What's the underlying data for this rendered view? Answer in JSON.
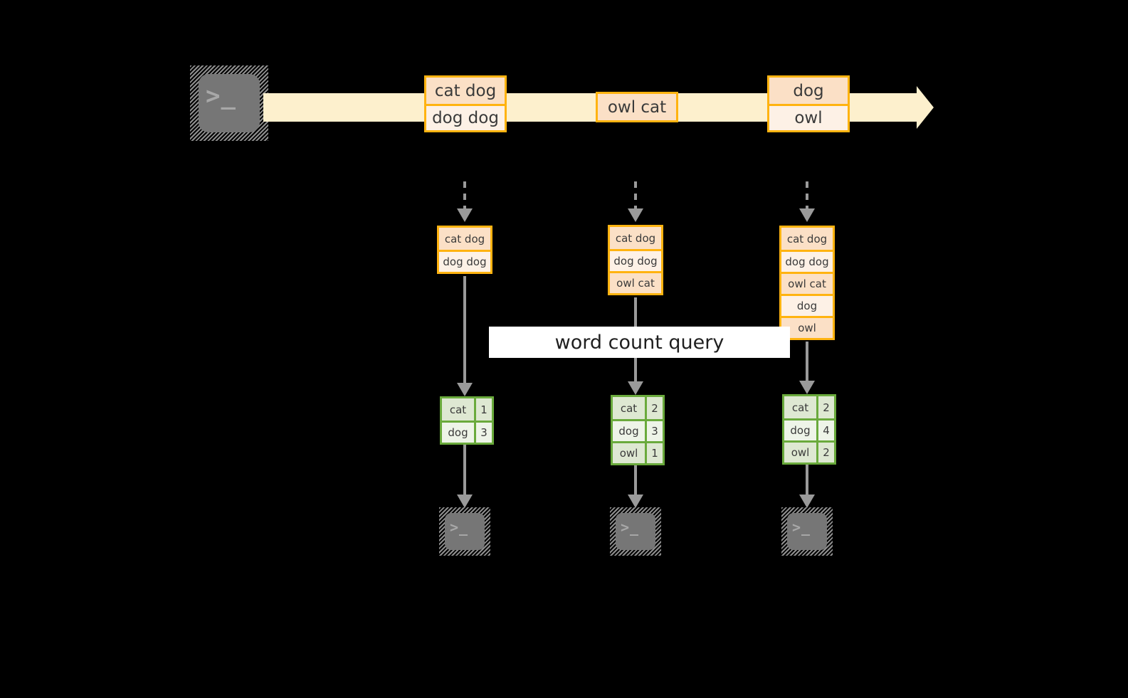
{
  "diagram": {
    "title": "word count query",
    "colors": {
      "background": "#000000",
      "record_border": "#ffb310",
      "record_fill_dark": "#fbe0c6",
      "record_fill_light": "#fdf1e6",
      "stream_arrow": "#fdf0cd",
      "result_border": "#6aaa3c",
      "result_fill_dark": "#dee8d2",
      "result_fill_light": "#eef4e8",
      "connector": "#9a9a9a",
      "terminal_body": "#767676",
      "banner_bg": "#ffffff"
    }
  },
  "source": {
    "icon": "terminal-icon",
    "prompt": ">_"
  },
  "stream": {
    "icon": "right-arrow-icon",
    "groups": [
      {
        "rows": [
          {
            "text": "cat dog",
            "shade": "dark"
          },
          {
            "text": "dog dog",
            "shade": "light"
          }
        ]
      },
      {
        "rows": [
          {
            "text": "owl cat",
            "shade": "dark"
          }
        ]
      },
      {
        "rows": [
          {
            "text": "dog",
            "shade": "dark"
          },
          {
            "text": "owl",
            "shade": "light"
          }
        ]
      }
    ]
  },
  "columns": [
    {
      "batch": {
        "rows": [
          {
            "text": "cat dog",
            "shade": "dark"
          },
          {
            "text": "dog dog",
            "shade": "light"
          }
        ]
      },
      "result": {
        "rows": [
          {
            "word": "cat",
            "count": "1",
            "shade": "dark"
          },
          {
            "word": "dog",
            "count": "3",
            "shade": "light"
          }
        ]
      },
      "sink": {
        "icon": "terminal-icon",
        "prompt": ">_"
      }
    },
    {
      "batch": {
        "rows": [
          {
            "text": "cat dog",
            "shade": "dark"
          },
          {
            "text": "dog dog",
            "shade": "light"
          },
          {
            "text": "owl cat",
            "shade": "dark"
          }
        ]
      },
      "result": {
        "rows": [
          {
            "word": "cat",
            "count": "2",
            "shade": "dark"
          },
          {
            "word": "dog",
            "count": "3",
            "shade": "light"
          },
          {
            "word": "owl",
            "count": "1",
            "shade": "dark"
          }
        ]
      },
      "sink": {
        "icon": "terminal-icon",
        "prompt": ">_"
      }
    },
    {
      "batch": {
        "rows": [
          {
            "text": "cat dog",
            "shade": "dark"
          },
          {
            "text": "dog dog",
            "shade": "light"
          },
          {
            "text": "owl cat",
            "shade": "dark"
          },
          {
            "text": "dog",
            "shade": "light"
          },
          {
            "text": "owl",
            "shade": "dark"
          }
        ]
      },
      "result": {
        "rows": [
          {
            "word": "cat",
            "count": "2",
            "shade": "dark"
          },
          {
            "word": "dog",
            "count": "4",
            "shade": "light"
          },
          {
            "word": "owl",
            "count": "2",
            "shade": "dark"
          }
        ]
      },
      "sink": {
        "icon": "terminal-icon",
        "prompt": ">_"
      }
    }
  ]
}
